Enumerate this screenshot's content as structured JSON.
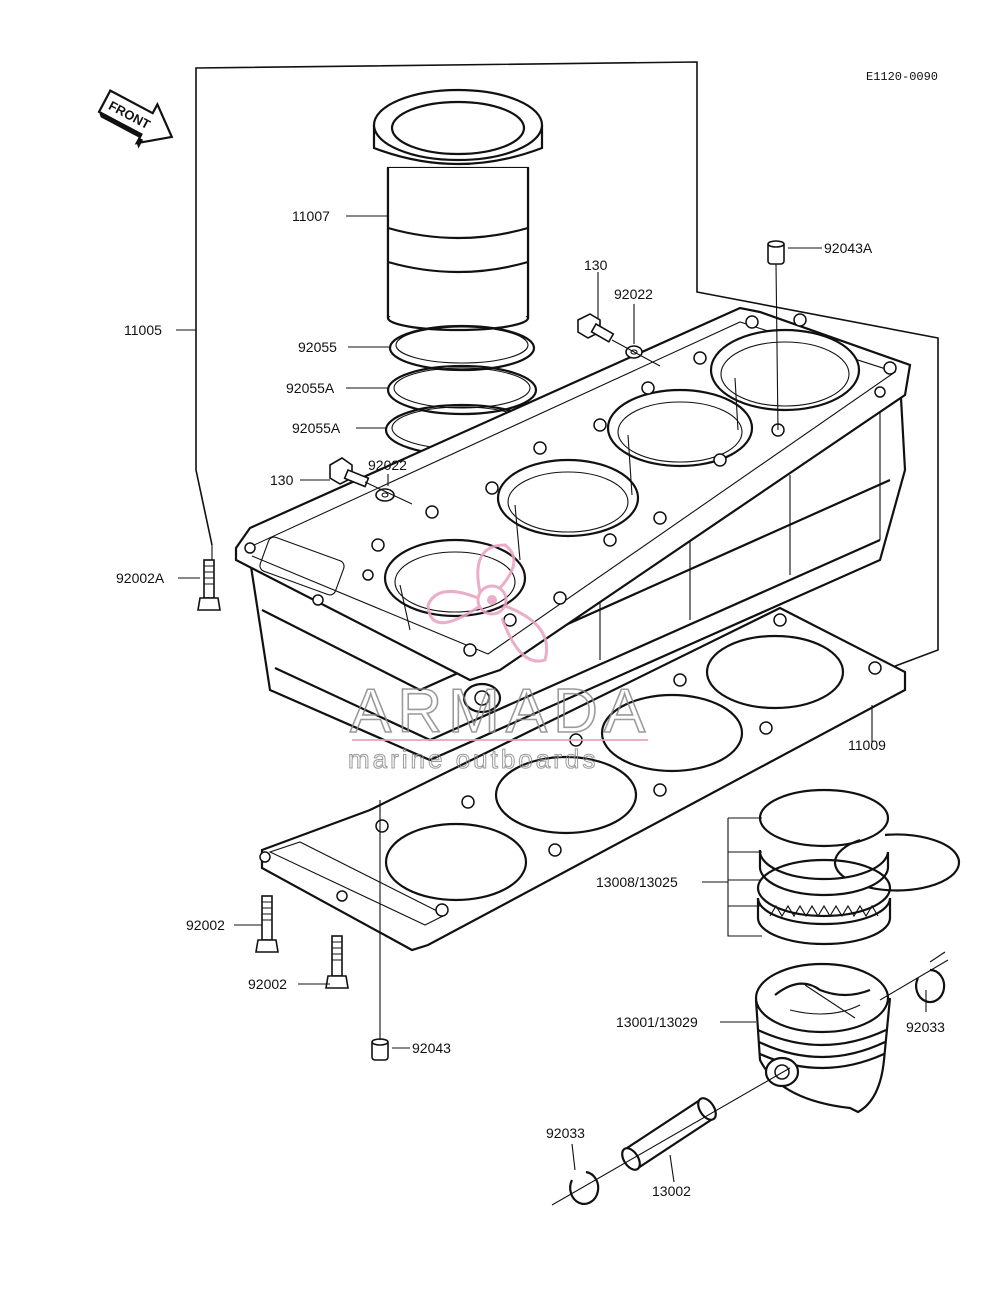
{
  "diagram": {
    "reference_code": "E1120-0090",
    "front_arrow_text": "FRONT",
    "labels": {
      "p11007": "11007",
      "p130_top": "130",
      "p92022_top": "92022",
      "p92043A": "92043A",
      "p11005": "11005",
      "p92055": "92055",
      "p92055A_1": "92055A",
      "p92055A_2": "92055A",
      "p130_left": "130",
      "p92022_left": "92022",
      "p92002A": "92002A",
      "p11009": "11009",
      "p13008_13025": "13008/13025",
      "p92002_1": "92002",
      "p92002_2": "92002",
      "p13001_13029": "13001/13029",
      "p92033_right": "92033",
      "p92043": "92043",
      "p92033_left": "92033",
      "p13002": "13002"
    }
  },
  "watermark": {
    "brand": "ARMADA",
    "tagline": "marine outboards",
    "accent_color": "#e8a0c0",
    "text_color": "#8a8a8a"
  }
}
